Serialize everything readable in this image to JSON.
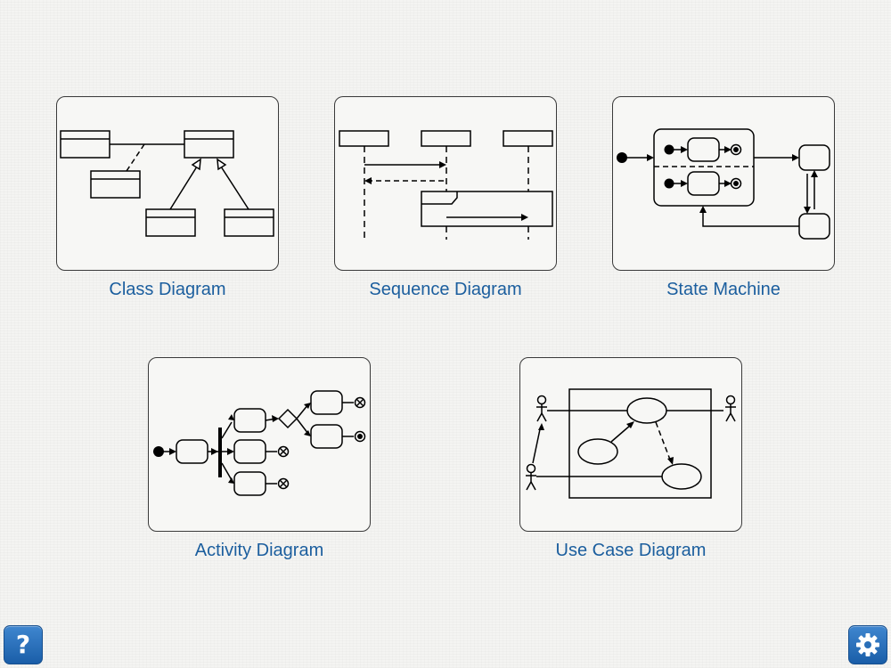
{
  "tiles": [
    {
      "id": "class",
      "label": "Class Diagram"
    },
    {
      "id": "sequence",
      "label": "Sequence Diagram"
    },
    {
      "id": "state",
      "label": "State Machine"
    },
    {
      "id": "activity",
      "label": "Activity Diagram"
    },
    {
      "id": "usecase",
      "label": "Use Case Diagram"
    }
  ],
  "buttons": {
    "help_glyph": "?",
    "help_icon": "question-mark-icon",
    "settings_icon": "gear-icon"
  },
  "colors": {
    "accent": "#1b5e9e",
    "button": "#2a6fb8",
    "background": "#f4f4f2",
    "stroke": "#000000"
  }
}
